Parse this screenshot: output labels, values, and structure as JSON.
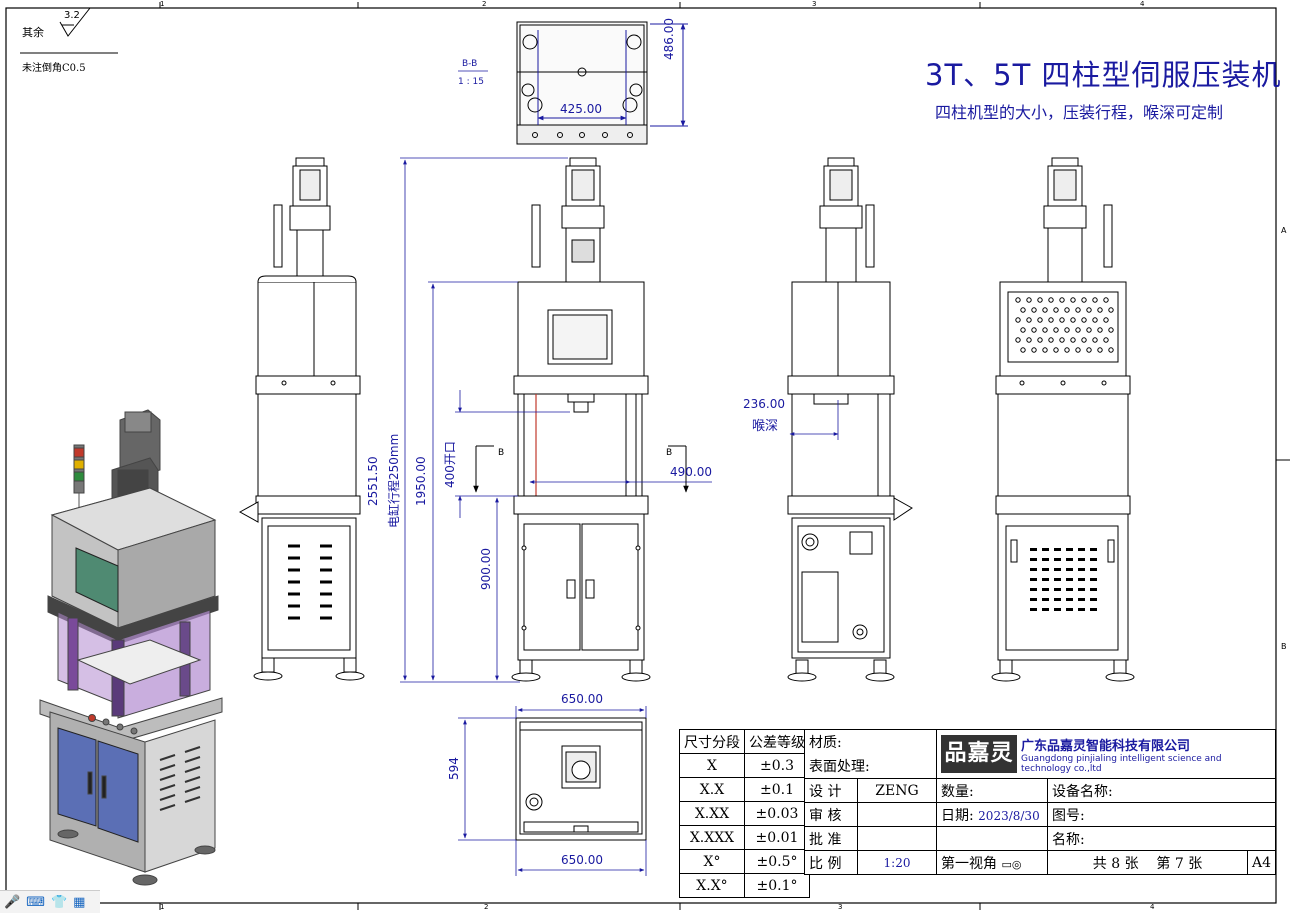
{
  "title": "3T、5T 四柱型伺服压装机",
  "subtitle": "四柱机型的大小，压装行程，喉深可定制",
  "roughness": {
    "label": "其余",
    "value": "3.2"
  },
  "chamfer_note": "未注倒角C0.5",
  "section_label": {
    "name": "B-B",
    "scale": "1 : 15"
  },
  "zone_numbers": [
    "1",
    "2",
    "3",
    "4"
  ],
  "zone_letters": [
    "A",
    "B"
  ],
  "section_marker": "B",
  "dimensions": {
    "top_width": "425.00",
    "top_depth": "486.00",
    "overall_height": "2551.50",
    "stroke": "电缸行程250mm",
    "frame_height": "1950.00",
    "opening": "400开口",
    "table_height": "900.00",
    "inner_width": "490.00",
    "throat_value": "236.00",
    "throat_label": "喉深",
    "base_width_top": "650.00",
    "base_width_bottom": "650.00",
    "base_depth": "594"
  },
  "title_block": {
    "tolerance_header": [
      "尺寸分段",
      "公差等级"
    ],
    "tolerances": [
      [
        "X",
        "±0.3"
      ],
      [
        "X.X",
        "±0.1"
      ],
      [
        "X.XX",
        "±0.03"
      ],
      [
        "X.XXX",
        "±0.01"
      ],
      [
        "X°",
        "±0.5°"
      ],
      [
        "X.X°",
        "±0.1°"
      ]
    ],
    "material_label": "材质:",
    "surface_label": "表面处理:",
    "design_label": "设 计",
    "designer": "ZENG",
    "review_label": "审 核",
    "approve_label": "批 准",
    "scale_label": "比 例",
    "scale_value": "1:20",
    "quantity_label": "数量:",
    "date_label": "日期:",
    "date_value": "2023/8/30",
    "projection_label": "第一视角",
    "sheets_total": "共 8 张",
    "sheet_no": "第 7 张",
    "paper_size": "A4",
    "equipment_label": "设备名称:",
    "drawing_no_label": "图号:",
    "name_label": "名称:",
    "logo_text": "品嘉灵",
    "company_cn": "广东品嘉灵智能科技有限公司",
    "company_en_1": "Guangdong pinjialing intelligent science and",
    "company_en_2": "technology co.,ltd"
  },
  "taskbar_icons": [
    "microphone-icon",
    "keyboard-icon",
    "shirt-icon",
    "apps-icon"
  ],
  "colors": {
    "dimension": "#1a1aa0",
    "line": "#000000",
    "paint_grey": "#c8c8c8",
    "door_blue": "#5b6fb5",
    "guard_purple": "#b28bd0"
  }
}
